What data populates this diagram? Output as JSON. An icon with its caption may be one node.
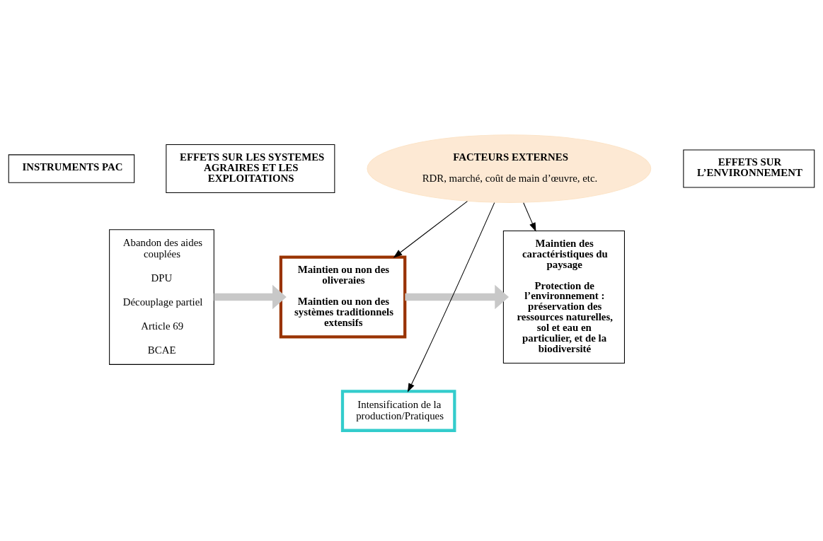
{
  "diagram": {
    "nodes": [
      {
        "text": [
          "INSTRUMENTS PAC"
        ]
      },
      {
        "text": [
          "EFFETS SUR LES SYSTEMES AGRAIRES ET LES EXPLOITATIONS"
        ]
      },
      {
        "text": [
          "EFFETS SUR L’ENVIRONNEMENT"
        ]
      },
      {
        "text": [
          "Abandon des aides couplées",
          "DPU",
          "Découplage partiel",
          "Article 69",
          "BCAE"
        ]
      },
      {
        "text": [
          "Maintien ou non des oliveraies",
          "Maintien ou non des systèmes traditionnels extensifs"
        ]
      },
      {
        "text": [
          "Intensification de la production/Pratiques"
        ]
      },
      {
        "text": [
          "Maintien des caractéristiques du paysage",
          "Protection de l’environnement : préservation des ressources naturelles, sol et eau en particulier, et de la biodiversité"
        ]
      },
      {
        "text": [
          "FACTEURS EXTERNES",
          "RDR, marché, coût de main d’œuvre, etc."
        ]
      }
    ],
    "edges": [
      {
        "from": 3,
        "to": 4,
        "arrow": "to",
        "style": "thick",
        "color": "#c8c8c8"
      },
      {
        "from": 4,
        "to": 6,
        "arrow": "to",
        "style": "thick",
        "color": "#c8c8c8"
      },
      {
        "from": 7,
        "to": 4,
        "arrow": "to"
      },
      {
        "from": 7,
        "to": 5,
        "arrow": "to"
      },
      {
        "from": 7,
        "to": 6,
        "arrow": "to"
      }
    ]
  }
}
